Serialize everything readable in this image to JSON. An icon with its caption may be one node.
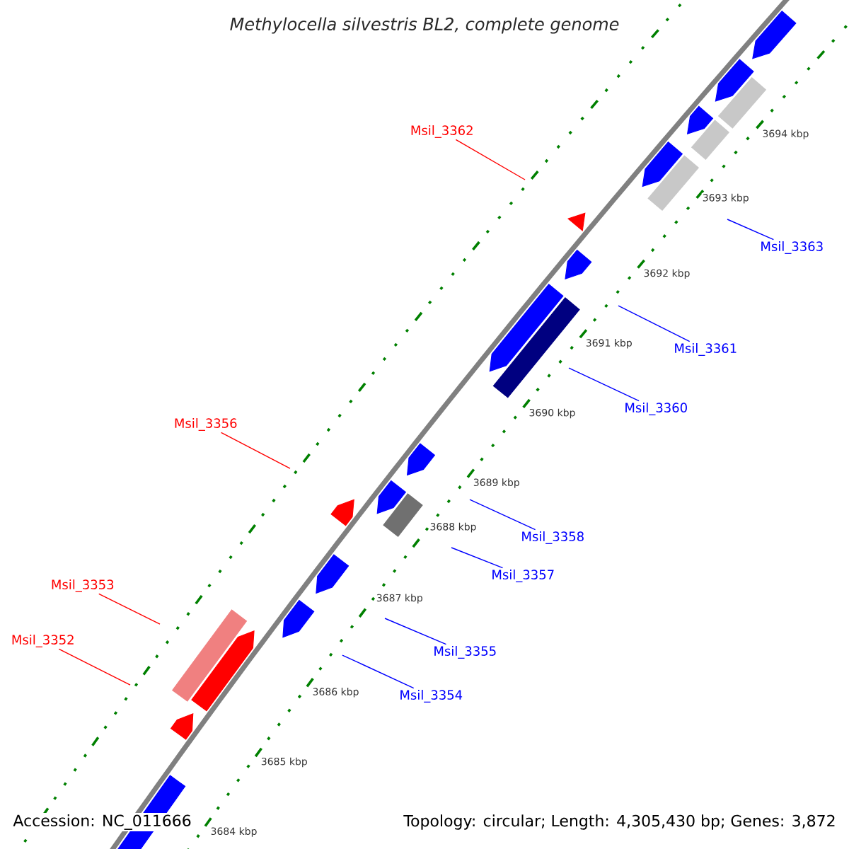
{
  "diagram": {
    "title": "Methylocella silvestris BL2, complete genome",
    "nodes": [
      {
        "text": [
          "Msil_3362"
        ]
      },
      {
        "text": [
          "Msil_3363"
        ]
      },
      {
        "text": [
          "Msil_3361"
        ]
      },
      {
        "text": [
          "Msil_3360"
        ]
      },
      {
        "text": [
          "Msil_3356"
        ]
      },
      {
        "text": [
          "Msil_3358"
        ]
      },
      {
        "text": [
          "Msil_3357"
        ]
      },
      {
        "text": [
          "Msil_3353"
        ]
      },
      {
        "text": [
          "Msil_3352"
        ]
      },
      {
        "text": [
          "Msil_3355"
        ]
      },
      {
        "text": [
          "Msil_3354"
        ]
      }
    ],
    "edges": [
      {
        "from": 0,
        "to": null,
        "arrow": "none",
        "color": "#ff0000"
      },
      {
        "from": 1,
        "to": null,
        "arrow": "none"
      },
      {
        "from": 2,
        "to": null,
        "arrow": "none"
      },
      {
        "from": 3,
        "to": null,
        "arrow": "none"
      },
      {
        "from": 4,
        "to": null,
        "arrow": "none",
        "color": "#ff0000"
      },
      {
        "from": 5,
        "to": null,
        "arrow": "none"
      },
      {
        "from": 6,
        "to": null,
        "arrow": "none"
      },
      {
        "from": 7,
        "to": null,
        "arrow": "none",
        "color": "#ff0000"
      },
      {
        "from": 8,
        "to": null,
        "arrow": "none",
        "color": "#ff0000"
      },
      {
        "from": 9,
        "to": null,
        "arrow": "none"
      },
      {
        "from": 10,
        "to": null,
        "arrow": "none"
      }
    ],
    "labels": [
      "3694 kbp",
      "3693 kbp",
      "3692 kbp",
      "3691 kbp",
      "3690 kbp",
      "3689 kbp",
      "3688 kbp",
      "3687 kbp",
      "3686 kbp",
      "3685 kbp",
      "3684 kbp",
      "Accession: NC_011666",
      "Topology: circular; Length: 4,305,430 bp; Genes: 3,872"
    ]
  }
}
